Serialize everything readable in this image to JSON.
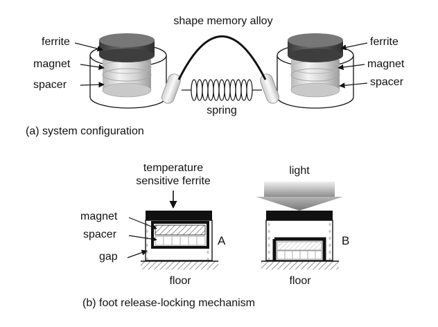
{
  "figure": {
    "top": {
      "title": "shape memory alloy",
      "left_labels": {
        "ferrite": "ferrite",
        "magnet": "magnet",
        "spacer": "spacer"
      },
      "right_labels": {
        "ferrite": "ferrite",
        "magnet": "magnet",
        "spacer": "spacer"
      },
      "spring": "spring",
      "caption": "(a) system configuration"
    },
    "bottom": {
      "temperature_label_line1": "temperature",
      "temperature_label_line2": "sensitive ferrite",
      "light": "light",
      "left_labels": {
        "magnet": "magnet",
        "spacer": "spacer",
        "gap": "gap"
      },
      "state_a": "A",
      "state_b": "B",
      "floor_left": "floor",
      "floor_right": "floor",
      "caption": "(b) foot release-locking mechanism"
    }
  }
}
